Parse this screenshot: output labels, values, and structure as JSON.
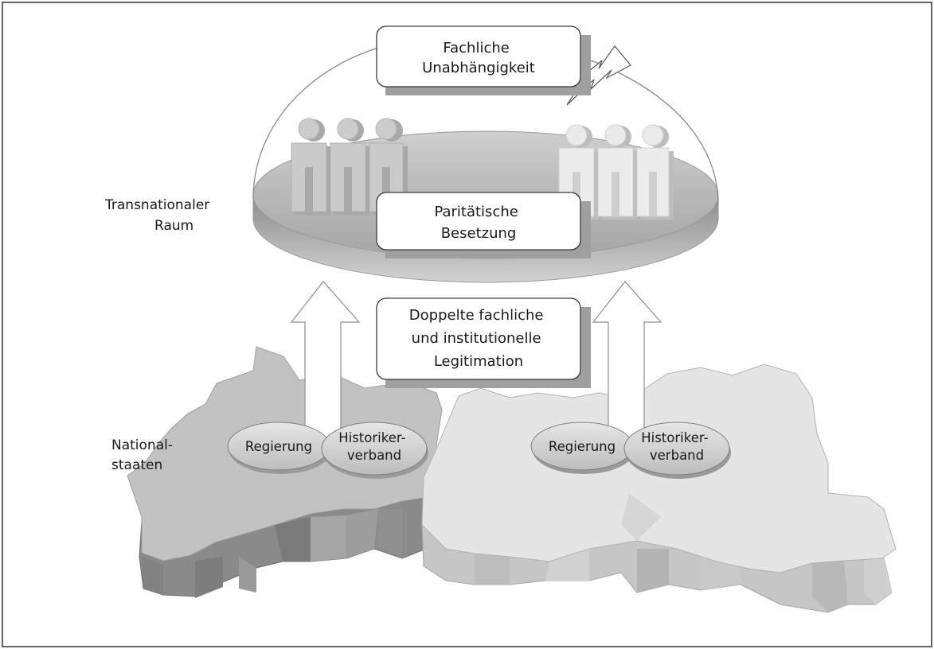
{
  "regions": {
    "transnational_label": [
      "Transnationaler",
      "Raum"
    ],
    "national_label": [
      "National-",
      "staaten"
    ]
  },
  "boxes": {
    "independence": [
      "Fachliche",
      "Unabhängigkeit"
    ],
    "parity": [
      "Paritätische",
      "Besetzung"
    ],
    "legitimation": [
      "Doppelte fachliche",
      "und institutionelle",
      "Legitimation"
    ]
  },
  "country_left": {
    "government": [
      "Regierung"
    ],
    "historians": [
      "Historiker-",
      "verband"
    ]
  },
  "country_right": {
    "government": [
      "Regierung"
    ],
    "historians": [
      "Historiker-",
      "verband"
    ]
  },
  "colors": {
    "frame": "#333333",
    "country_left": "#c2c2c2",
    "country_right": "#e5e5e5",
    "platform": "#b7b7b7",
    "people_left": "#c8c8c8",
    "people_right": "#e8e8e8"
  },
  "icons": {
    "person": "person-figure",
    "lightning": "lightning-bolt",
    "arrow": "upward-arrow",
    "dome": "glass-dome"
  }
}
